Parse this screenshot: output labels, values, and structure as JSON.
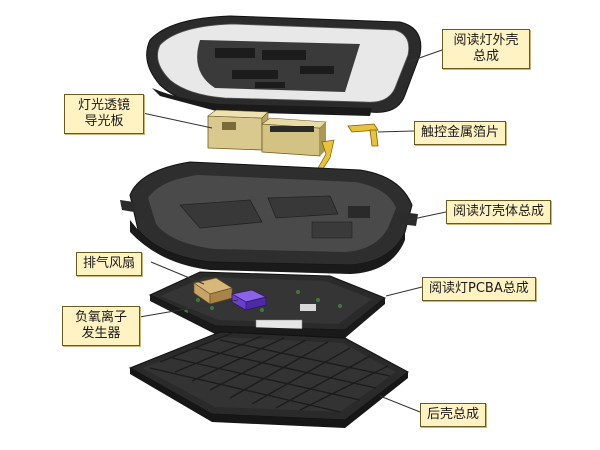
{
  "labels": {
    "reading_lamp_outer_shell": [
      "阅读灯外壳",
      "总成"
    ],
    "light_guide_plate": [
      "灯光透镜",
      "导光板"
    ],
    "touch_metal_foil": [
      "触控金属箔片"
    ],
    "reading_lamp_shell_body": [
      "阅读灯壳体总成"
    ],
    "exhaust_fan": [
      "排气风扇"
    ],
    "reading_lamp_pcba": [
      "阅读灯PCBA总成"
    ],
    "negative_ion_generator": [
      "负氧离子",
      "发生器"
    ],
    "rear_shell": [
      "后壳总成"
    ]
  },
  "colors": {
    "callout_fill": "#fff3c4",
    "callout_border": "#6b5a1e",
    "housing_dark": "#2b2b2b",
    "housing_mid": "#4a4a4a",
    "cover_light": "#e8e8e8",
    "lens_tan": "#d9c98f",
    "foil_yellow": "#e9c23a",
    "fan_tan": "#c9a46a",
    "ion_purple": "#6a3fd0",
    "pcb_green": "#3d7a3d",
    "leader_line": "#333333"
  }
}
